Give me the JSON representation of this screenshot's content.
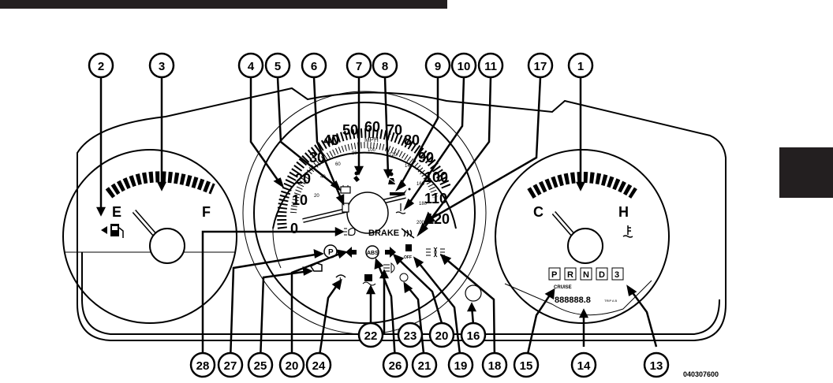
{
  "figure_id": "040307600",
  "callouts_top": [
    "2",
    "3",
    "4",
    "5",
    "6",
    "7",
    "8",
    "9",
    "10",
    "11",
    "17",
    "1"
  ],
  "callouts_bottom": [
    "28",
    "27",
    "25",
    "20",
    "24",
    "22",
    "26",
    "23",
    "21",
    "20",
    "16",
    "19",
    "18",
    "15",
    "14",
    "13"
  ],
  "fuel_gauge": {
    "empty": "E",
    "full": "F"
  },
  "temp_gauge": {
    "cold": "C",
    "hot": "H"
  },
  "speedometer": {
    "unit": "MPH",
    "mph_labels": [
      "0",
      "10",
      "20",
      "30",
      "40",
      "50",
      "60",
      "70",
      "80",
      "90",
      "100",
      "110",
      "120"
    ],
    "kmh_labels": [
      "20",
      "40",
      "60",
      "80",
      "100",
      "120",
      "140",
      "160",
      "180",
      "200"
    ]
  },
  "brake_label": "BRAKE",
  "abs_label": "ABS",
  "tc_off_label": "OFF",
  "prnd": [
    "P",
    "R",
    "N",
    "D",
    "3"
  ],
  "cruise_label": "CRUISE",
  "odometer_text": "888888.8",
  "trip_text": "TRIP A B"
}
